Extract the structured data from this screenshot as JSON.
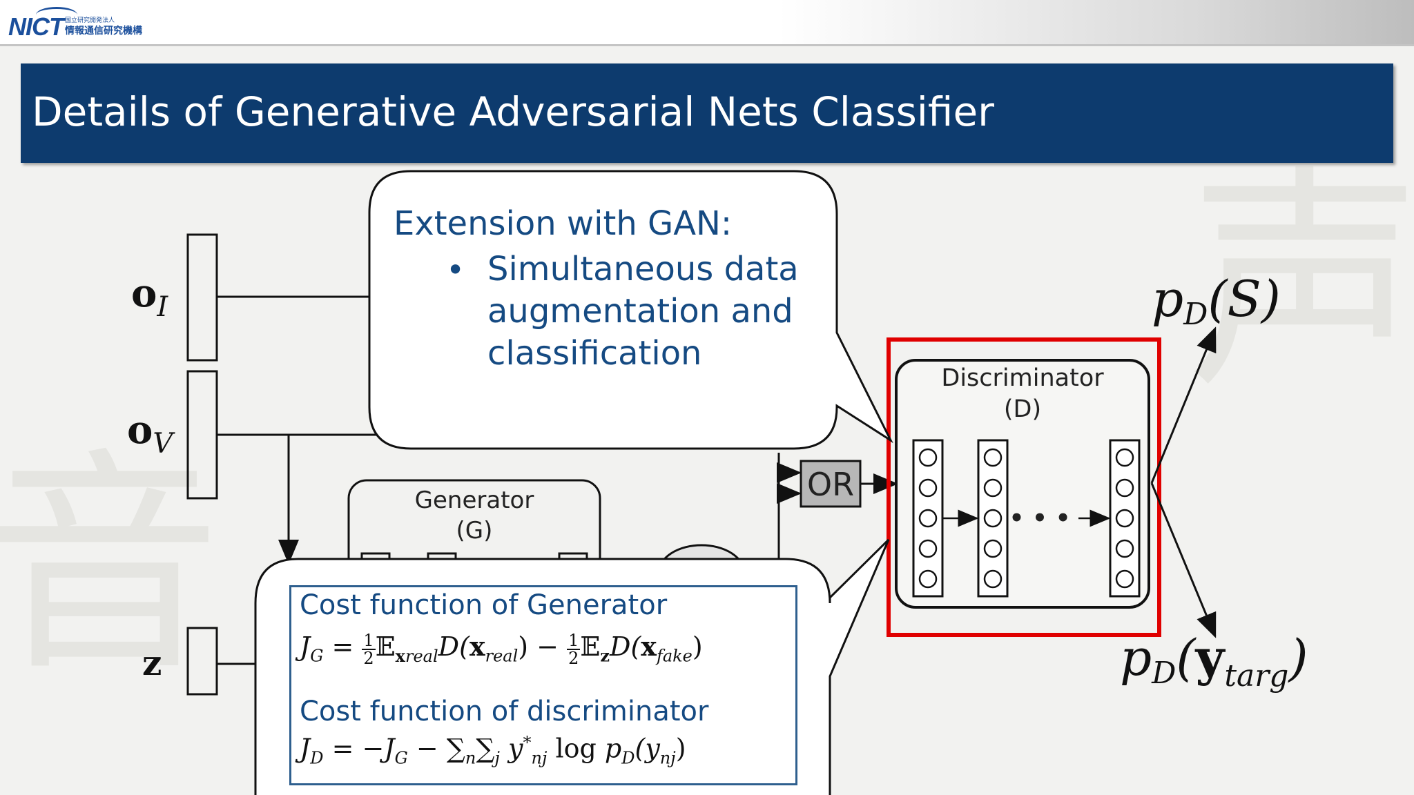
{
  "header": {
    "logo_text": "NICT",
    "logo_sub_small": "国立研究開発法人",
    "logo_sub_main": "情報通信研究機構"
  },
  "slide": {
    "title": "Details of Generative Adversarial Nets Classifier"
  },
  "diagram": {
    "inputs": {
      "oi_base": "o",
      "oi_sub": "I",
      "ov_base": "o",
      "ov_sub": "V",
      "z": "z"
    },
    "generator": {
      "line1": "Generator",
      "line2": "(G)"
    },
    "discriminator": {
      "line1": "Discriminator",
      "line2": "(D)"
    },
    "or_label": "OR",
    "ellipsis": "• • •",
    "outputs": {
      "ps_base": "p",
      "ps_sub": "D",
      "ps_arg": "(S)",
      "py_base": "p",
      "py_sub": "D",
      "py_open": "(",
      "py_vec": "y",
      "py_vec_sub": "targ",
      "py_close": ")"
    },
    "highlight_color": "#e00000"
  },
  "callout_top": {
    "heading": "Extension with GAN:",
    "bullet_symbol": "•",
    "bullet_text": "Simultaneous data augmentation and classification"
  },
  "cost_box": {
    "generator_label": "Cost function of Generator",
    "discriminator_label": "Cost function of discriminator",
    "eq_g": {
      "lhs": "J",
      "lhs_sub": "G",
      "eq": " = ",
      "half_num": "1",
      "half_den": "2",
      "E": "𝔼",
      "x1": "x",
      "x1_sub": "real",
      "D1": "D(",
      "x2": "x",
      "x2_sub": "real",
      "close1": ") − ",
      "z": "z",
      "D2": "D(",
      "x3": "x",
      "x3_sub": "fake",
      "close2": ")"
    },
    "eq_d": {
      "lhs": "J",
      "lhs_sub": "D",
      "eq": " = −",
      "jg": "J",
      "jg_sub": "G",
      "minus": " − ",
      "sum": "∑",
      "n": "n",
      "j": "j",
      "y": "y",
      "y_sup": "*",
      "y_sub": "nj",
      "log": " log ",
      "p": "p",
      "p_sub": "D",
      "arg_open": "(y",
      "arg_sub": "nj",
      "arg_close": ")"
    }
  }
}
